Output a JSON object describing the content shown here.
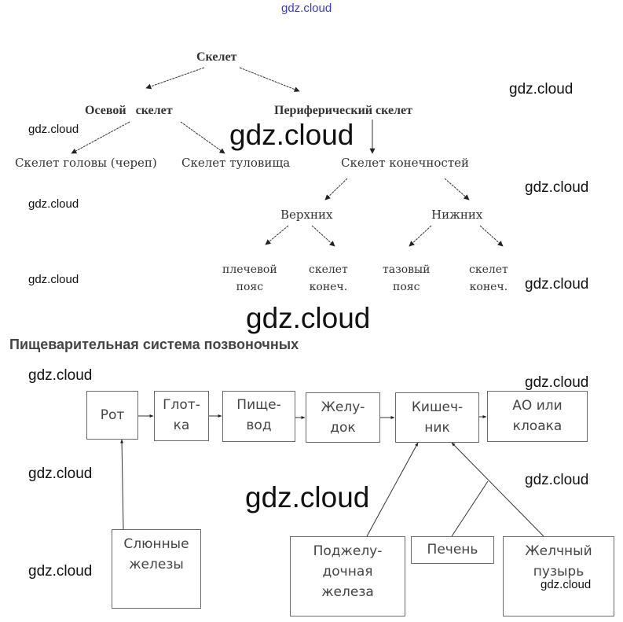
{
  "watermarks": {
    "top": "gdz.cloud",
    "small": "gdz.cloud",
    "large": "gdz.cloud"
  },
  "skeleton": {
    "root": "Скелет",
    "axial": "Осевой   скелет",
    "peripheral": "Периферический скелет",
    "head": "Скелет головы (череп)",
    "trunk": "Скелет туловища",
    "limbs": "Скелет конечностей",
    "upper": "Верхних",
    "lower": "Нижних",
    "upper_children": [
      {
        "line1": "плечевой",
        "line2": "пояс"
      },
      {
        "line1": "скелет",
        "line2": "конеч."
      }
    ],
    "lower_children": [
      {
        "line1": "тазовый",
        "line2": "пояс"
      },
      {
        "line1": "скелет",
        "line2": "конеч."
      }
    ]
  },
  "digestive": {
    "title": "Пищеварительная система позвоночных",
    "chain": [
      {
        "line1": "Рот",
        "line2": ""
      },
      {
        "line1": "Глот-",
        "line2": "ка"
      },
      {
        "line1": "Пище-",
        "line2": "вод"
      },
      {
        "line1": "Желу-",
        "line2": "док"
      },
      {
        "line1": "Кишеч-",
        "line2": "ник"
      },
      {
        "line1": "АО или",
        "line2": "клоака"
      }
    ],
    "salivary": {
      "line1": "Слюнные",
      "line2": "железы"
    },
    "pancreas": {
      "line1": "Поджелу-",
      "line2": "дочная",
      "line3": "железа"
    },
    "liver": {
      "line1": "Печень"
    },
    "gallbladder": {
      "line1": "Желчный",
      "line2": "пузырь"
    }
  }
}
